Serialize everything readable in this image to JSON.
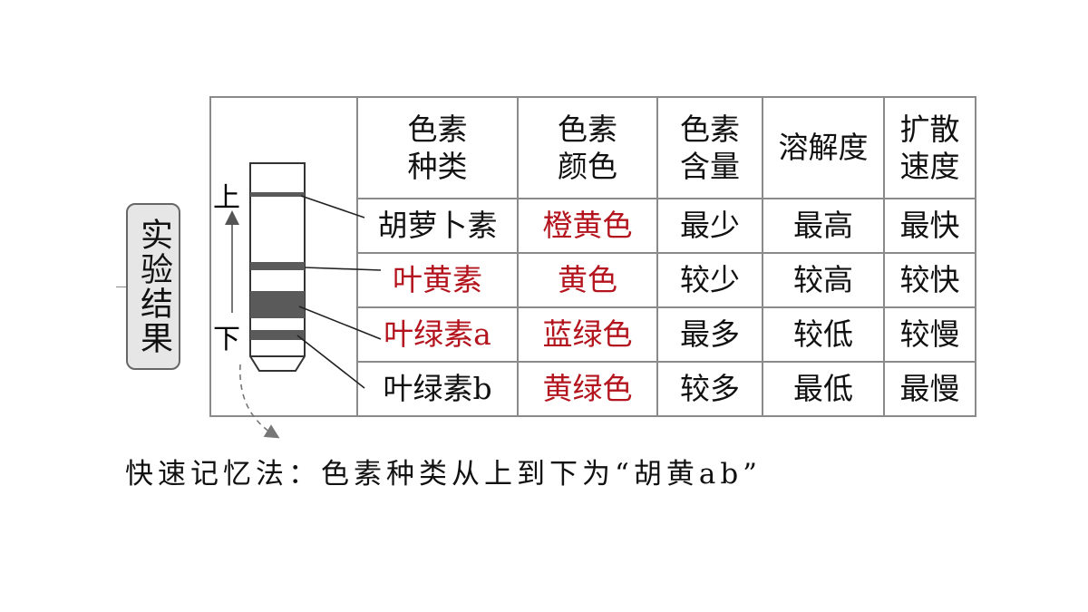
{
  "side_label": "实验结果",
  "diagram": {
    "top_label": "上",
    "bottom_label": "下"
  },
  "table": {
    "headers": [
      [
        "色素",
        "种类"
      ],
      [
        "色素",
        "颜色"
      ],
      [
        "色素",
        "含量"
      ],
      [
        "溶解度"
      ],
      [
        "扩散",
        "速度"
      ]
    ],
    "rows": [
      {
        "pigment": "胡萝卜素",
        "color": "橙黄色",
        "content": "最少",
        "solubility": "最高",
        "speed": "最快"
      },
      {
        "pigment": "叶黄素",
        "color": "黄色",
        "content": "较少",
        "solubility": "较高",
        "speed": "较快"
      },
      {
        "pigment": "叶绿素a",
        "color": "蓝绿色",
        "content": "最多",
        "solubility": "较低",
        "speed": "较慢"
      },
      {
        "pigment": "叶绿素b",
        "color": "黄绿色",
        "content": "较多",
        "solubility": "最低",
        "speed": "最慢"
      }
    ]
  },
  "mnemonic": "快速记忆法：色素种类从上到下为“胡黄ab”",
  "colors": {
    "red_text": "#b3141d",
    "border": "#8a8a8a",
    "band_dark": "#5a5a5a",
    "label_bg": "#e6e6e6"
  }
}
